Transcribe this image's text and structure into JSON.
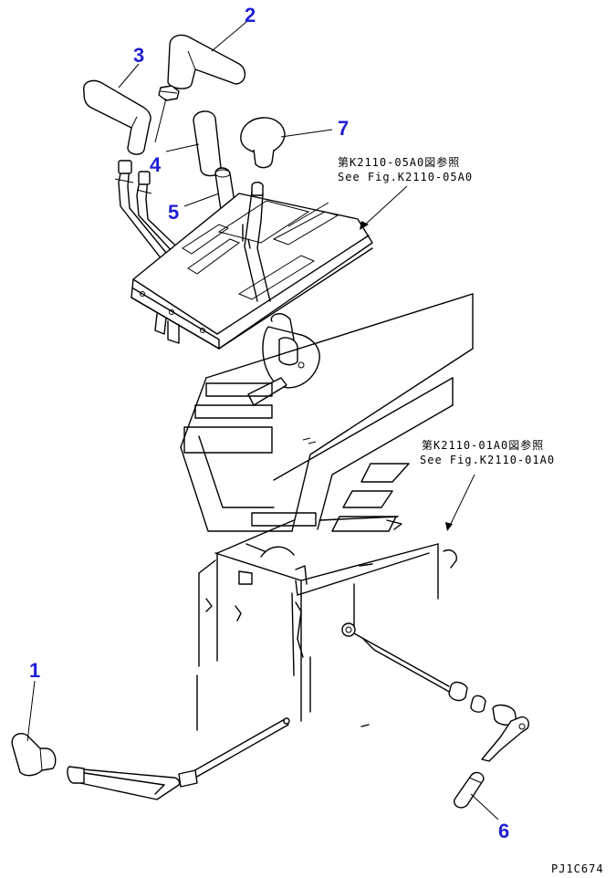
{
  "diagram": {
    "drawing_code": "PJ1C674",
    "accent_color": "#1f1fd6",
    "callouts": [
      {
        "id": "1",
        "label": "1"
      },
      {
        "id": "2",
        "label": "2"
      },
      {
        "id": "3",
        "label": "3"
      },
      {
        "id": "4",
        "label": "4"
      },
      {
        "id": "5",
        "label": "5"
      },
      {
        "id": "6",
        "label": "6"
      },
      {
        "id": "7",
        "label": "7"
      }
    ],
    "references": [
      {
        "jp": "第K2110-05A0図参照",
        "en": "See Fig.K2110-05A0"
      },
      {
        "jp": "第K2110-01A0図参照",
        "en": "See Fig.K2110-01A0"
      }
    ]
  }
}
